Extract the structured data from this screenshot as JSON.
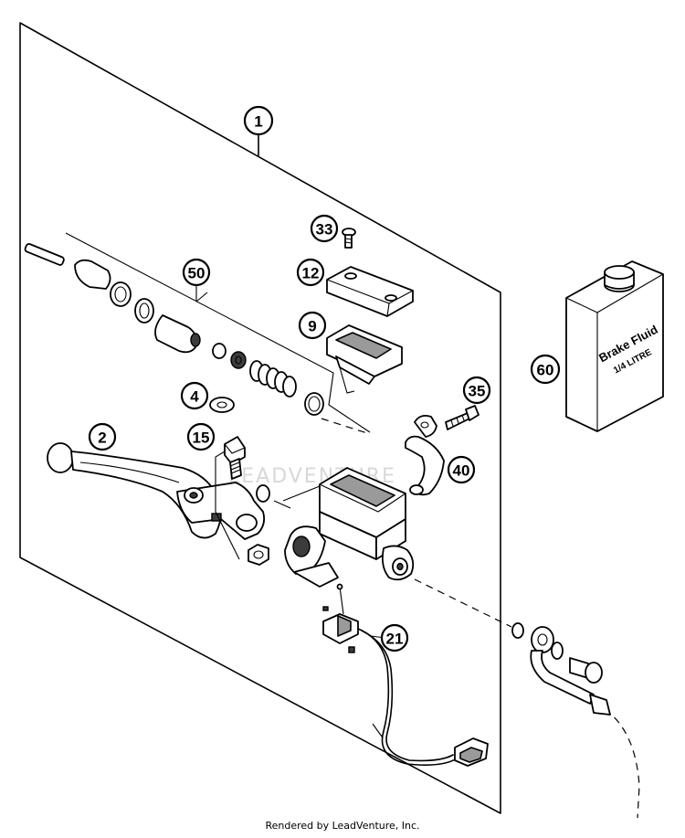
{
  "callouts": {
    "c1": "1",
    "c2": "2",
    "c4": "4",
    "c9": "9",
    "c12": "12",
    "c15": "15",
    "c21": "21",
    "c33": "33",
    "c35": "35",
    "c40": "40",
    "c50": "50",
    "c60": "60"
  },
  "bottle": {
    "line1": "Brake Fluid",
    "line2": "1/4 LITRE"
  },
  "watermark": "LEADVENTURE",
  "footer": "Rendered by LeadVenture, Inc."
}
